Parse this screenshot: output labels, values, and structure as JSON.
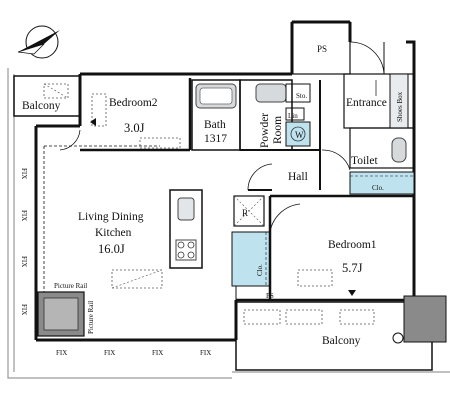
{
  "rooms": {
    "balcony_top": "Balcony",
    "bedroom2": "Bedroom2",
    "bedroom2_area": "3.0J",
    "bath": "Bath",
    "bath_size": "1317",
    "powder_line1": "Powder",
    "powder_line2": "Room",
    "sto": "Sto.",
    "lin": "Lin",
    "w": "W",
    "ps_top": "PS",
    "entrance": "Entrance",
    "shoes_box": "Shoes Box",
    "toilet": "Toilet",
    "clo_toilet": "Clo.",
    "hall": "Hall",
    "living_line1": "Living Dining",
    "living_line2": "Kitchen",
    "living_area": "16.0J",
    "r": "R",
    "clo_vertical": "Clo.",
    "bedroom1": "Bedroom1",
    "bedroom1_area": "5.7J",
    "ps_bottom": "PS",
    "balcony_bottom": "Balcony",
    "picture_rail_h": "Picture Rail",
    "picture_rail_v": "Picture Rail"
  },
  "fix_labels": {
    "left": [
      "FIX",
      "FIX",
      "FIX",
      "FIX"
    ],
    "bottom": [
      "FIX",
      "FIX",
      "FIX",
      "FIX"
    ]
  },
  "colors": {
    "wall": "#111111",
    "wet_area": "#bfe3ee",
    "fixture": "#9ca3a8",
    "grey_block": "#8a8a8a"
  },
  "icons": {
    "compass": "north-arrow-icon"
  }
}
